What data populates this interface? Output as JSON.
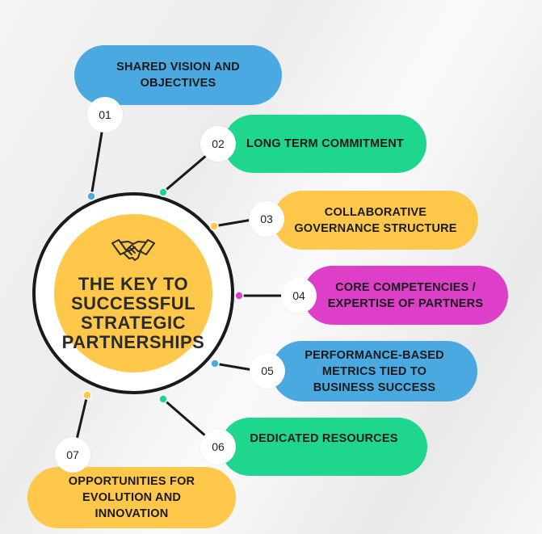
{
  "center": {
    "title": "THE KEY TO SUCCESSFUL STRATEGIC PARTNERSHIPS",
    "icon": "handshake-icon"
  },
  "items": [
    {
      "num": "01",
      "label": "SHARED VISION AND OBJECTIVES",
      "color": "#4aa9e0"
    },
    {
      "num": "02",
      "label": "LONG TERM COMMITMENT",
      "color": "#1fd68f"
    },
    {
      "num": "03",
      "label": "COLLABORATIVE GOVERNANCE STRUCTURE",
      "color": "#ffc84a"
    },
    {
      "num": "04",
      "label": "CORE COMPETENCIES / EXPERTISE OF PARTNERS",
      "color": "#dd3fc8"
    },
    {
      "num": "05",
      "label": "PERFORMANCE-BASED METRICS TIED TO BUSINESS SUCCESS",
      "color": "#4aa9e0"
    },
    {
      "num": "06",
      "label": "DEDICATED RESOURCES",
      "color": "#1fd68f"
    },
    {
      "num": "07",
      "label": "OPPORTUNITIES FOR EVOLUTION AND INNOVATION",
      "color": "#ffc84a"
    }
  ]
}
